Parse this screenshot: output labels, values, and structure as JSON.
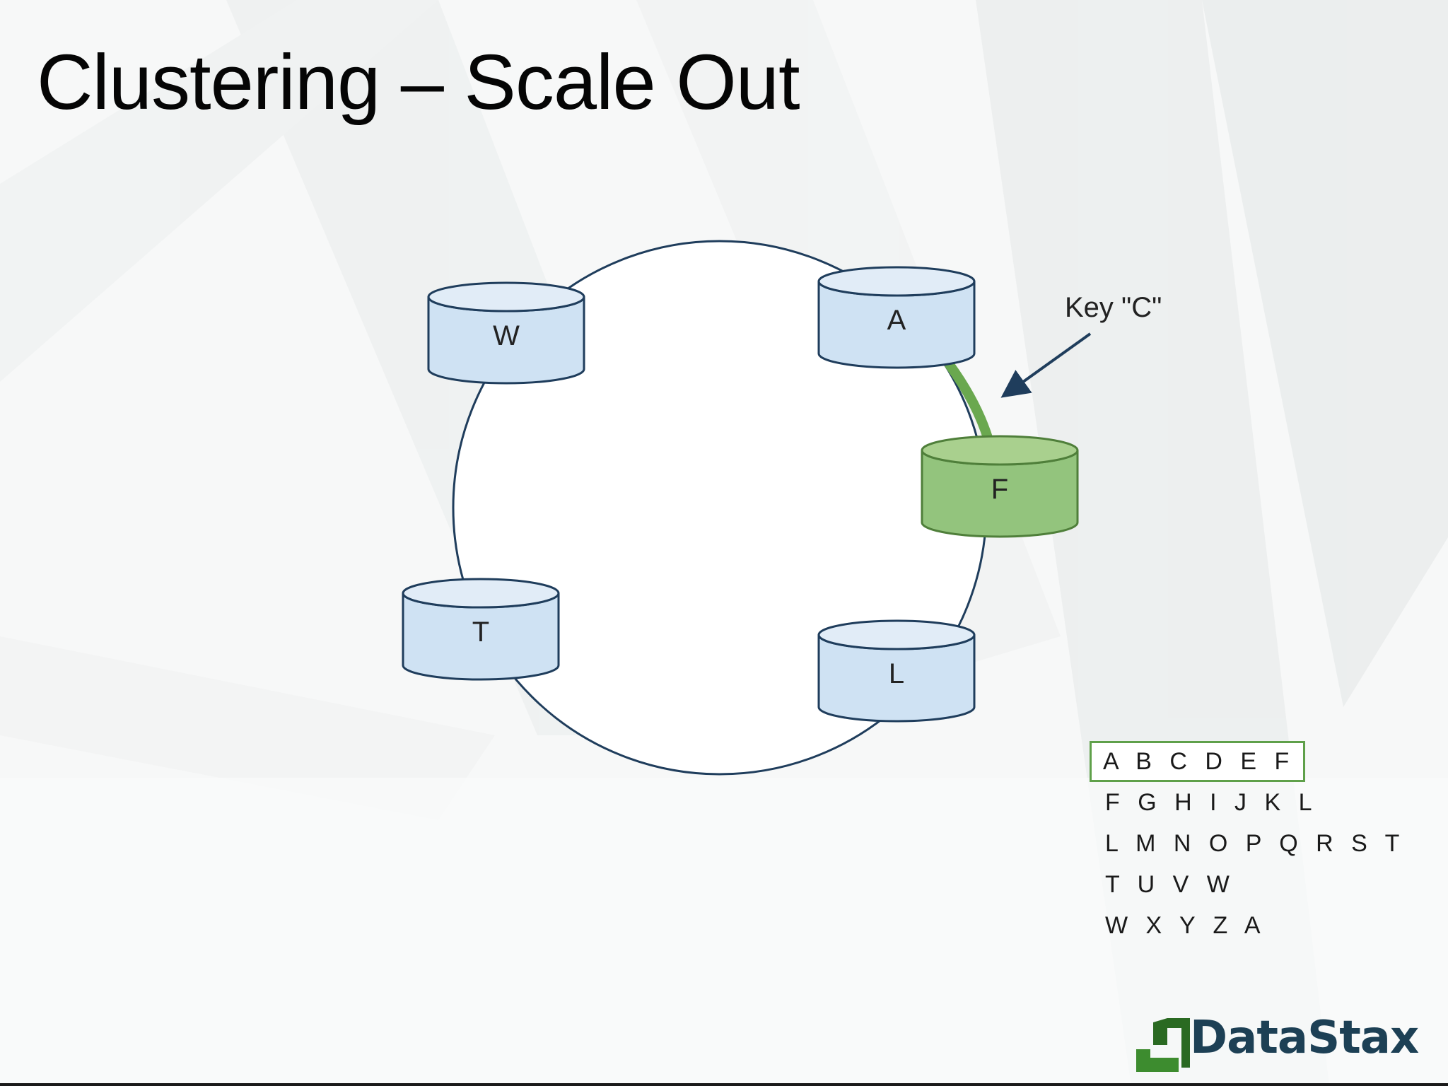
{
  "title": "Clustering – Scale Out",
  "ring": {
    "nodes": [
      {
        "id": "W",
        "label": "W",
        "color": "#cfe2f3",
        "state": "existing"
      },
      {
        "id": "A",
        "label": "A",
        "color": "#cfe2f3",
        "state": "existing"
      },
      {
        "id": "F",
        "label": "F",
        "color": "#93c47d",
        "state": "new"
      },
      {
        "id": "T",
        "label": "T",
        "color": "#cfe2f3",
        "state": "existing"
      },
      {
        "id": "L",
        "label": "L",
        "color": "#cfe2f3",
        "state": "existing"
      }
    ],
    "highlight_color": "#6aa84f",
    "outline_color": "#1f3d5c"
  },
  "key_annotation": "Key \"C\"",
  "ranges": [
    {
      "text": "A B C D E F",
      "highlighted": true
    },
    {
      "text": "F G H I J K L",
      "highlighted": false
    },
    {
      "text": "L M N O P Q R S T",
      "highlighted": false
    },
    {
      "text": "T U V W",
      "highlighted": false
    },
    {
      "text": "W X Y Z A",
      "highlighted": false
    }
  ],
  "logo": {
    "text": "DataStax",
    "color": "#1d4055",
    "mark_color": "#3d8c2f"
  }
}
